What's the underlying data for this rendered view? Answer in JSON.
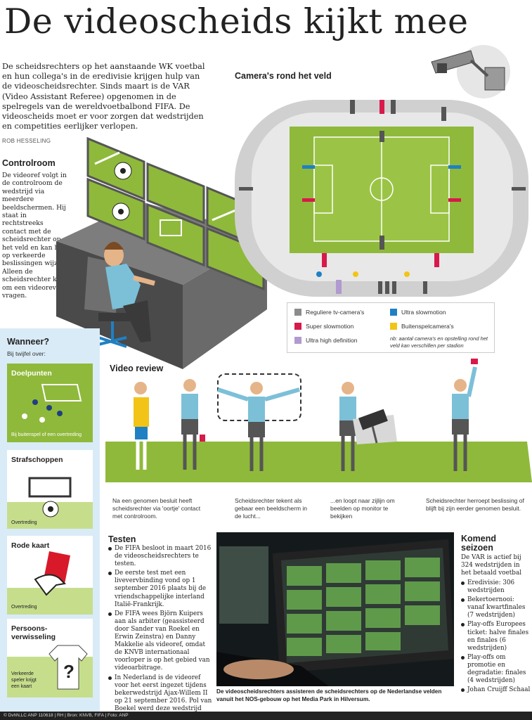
{
  "title": "De videoscheids kijkt mee",
  "intro": "De scheidsrechters op het aanstaande WK voetbal en hun collega's in de eredivisie krijgen hulp van de videoscheidsrechter. Sinds maart is de VAR (Video Assistant Referee) opgenomen in de spelregels van de wereldvoetbalbond FIFA. De videoscheids moet er voor zorgen dat wedstrijden en competities eerlijker verlopen.",
  "byline": "ROB HESSELING",
  "controlroom": {
    "heading": "Controlroom",
    "text": "De videoref volgt in de controlroom de wedstrijd via meerdere beeldschermen. Hij staat in rechtstreeks contact met de scheidsrechter op het veld en kan hem op verkeerde beslissingen wijzen. Alleen de scheidsrechter kan om een videoreview vragen."
  },
  "cameras": {
    "heading": "Camera's rond het veld",
    "legend": [
      {
        "label": "Reguliere tv-camera's",
        "color": "#8c8c8c"
      },
      {
        "label": "Super slowmotion",
        "color": "#d8194a"
      },
      {
        "label": "Ultra high definition",
        "color": "#b09ad0"
      },
      {
        "label": "Ultra slowmotion",
        "color": "#1f80c4"
      },
      {
        "label": "Buitenspelcamera's",
        "color": "#f2c418"
      }
    ],
    "note": "nb: aantal camera's en opstelling rond het veld kan verschillen per stadion"
  },
  "wanneer": {
    "heading": "Wanneer?",
    "subheading": "Bij twijfel over:",
    "items": [
      {
        "label": "Doelpunten",
        "sub": "Bij buitenspel of een overtreding"
      },
      {
        "label": "Strafschoppen",
        "sub": "Overtreding"
      },
      {
        "label": "Rode kaart",
        "sub": "Overtreding"
      },
      {
        "label": "Persoons-\nverwisseling",
        "sub": "Verkeerde\nspeler krijgt\neen kaart"
      }
    ]
  },
  "video_review": {
    "heading": "Video review",
    "steps": [
      "Na een genomen besluit heeft scheidsrechter via 'oortje' contact met controlroom.",
      "Scheidsrechter tekent als gebaar een beeldscherm in de lucht...",
      "...en loopt naar zijlijn om beelden op monitor te bekijken",
      "Scheidsrechter herroept beslissing of blijft bij zijn eerder genomen besluit."
    ]
  },
  "testen": {
    "heading": "Testen",
    "items": [
      "De FIFA besloot in maart 2016 de videoscheidsrechters te testen.",
      "De eerste test met een livevervbinding vond op 1 september 2016 plaats bij de vriendschappelijke interland Italië-Frankrijk.",
      "De FIFA wees Björn Kuipers aan als arbiter (geassisteerd door Sander van Roekel en Erwin Zeinstra) en Danny Makkelie als videoref, omdat de KNVB internationaal voorloper is op het gebied van videoarbitrage.",
      "In Nederland is de videoref voor het eerst ingezet tijdens bekerwedstrijd Ajax-Willem II op 21 september 2016. Pol van Boekel werd deze wedstrijd geassisteerd door videoscheidsrechter Danny Makkelie."
    ]
  },
  "photo_caption": "De videoscheidsrechters assisteren de scheidsrechters op de Nederlandse velden vanuit het NOS-gebouw op het Media Park in Hilversum.",
  "komend": {
    "heading": "Komend seizoen",
    "intro": "De VAR is actief bij 324 wedstrijden in het betaald voetbal",
    "items": [
      "Eredivisie: 306 wedstrijden",
      "Bekertoernooi: vanaf kwartfinales (7 wedstrijden)",
      "Play-offs Europees ticket: halve finales en finales (6 wedstrijden)",
      "Play-offs om promotie en degradatie: finales (4 wedstrijden)",
      "Johan Cruijff Schaal"
    ]
  },
  "footer": "© DvhN,LC ANP 110618 | RH | Bron: KNVB, FIFA | Foto: ANP"
}
